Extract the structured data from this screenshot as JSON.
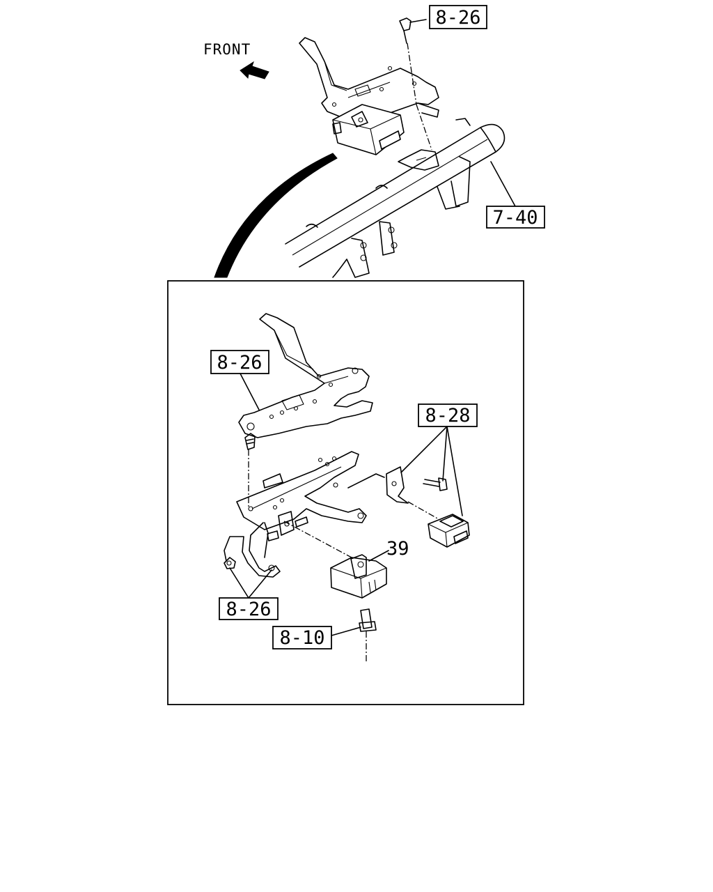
{
  "orientation": {
    "label": "FRONT",
    "arrow_icon": "front-arrow-icon"
  },
  "callouts": {
    "top_bolt": "8-26",
    "steering_support": "7-40",
    "detail_bracket": "8-26",
    "detail_connector": "8-28",
    "detail_unit": "39",
    "detail_fasteners": "8-26",
    "detail_harness": "8-10"
  }
}
